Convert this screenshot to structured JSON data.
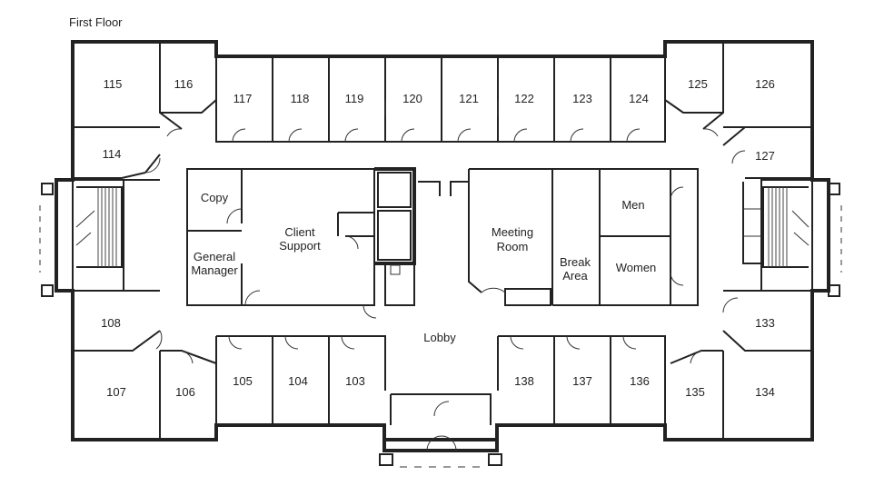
{
  "title": "First Floor",
  "labels": {
    "r115": "115",
    "r116": "116",
    "r117": "117",
    "r118": "118",
    "r119": "119",
    "r120": "120",
    "r121": "121",
    "r122": "122",
    "r123": "123",
    "r124": "124",
    "r125": "125",
    "r126": "126",
    "r114": "114",
    "r127": "127",
    "copy": "Copy",
    "client1": "Client",
    "client2": "Support",
    "gm1": "General",
    "gm2": "Manager",
    "meet1": "Meeting",
    "meet2": "Room",
    "men": "Men",
    "women": "Women",
    "break1": "Break",
    "break2": "Area",
    "lobby": "Lobby",
    "r108": "108",
    "r107": "107",
    "r106": "106",
    "r105": "105",
    "r104": "104",
    "r103": "103",
    "r138": "138",
    "r137": "137",
    "r136": "136",
    "r135": "135",
    "r134": "134",
    "r133": "133"
  }
}
